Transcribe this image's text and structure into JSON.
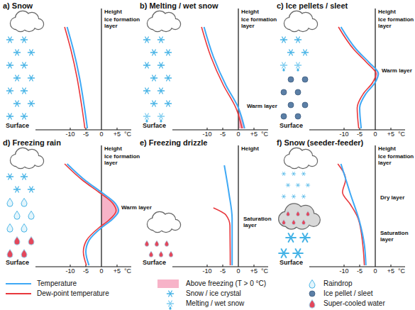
{
  "diagram": {
    "labels": [
      "a) Snow",
      "Height",
      "Ice formation layer",
      "Surface",
      "-10",
      "-5",
      "0",
      "+5",
      "°C",
      "b) Melting / wet snow",
      "Height",
      "Ice formation layer",
      "Warm layer",
      "Surface",
      "-10",
      "-5",
      "0",
      "+5",
      "°C",
      "c) Ice pellets / sleet",
      "Height",
      "Ice formation layer",
      "Warm layer",
      "Surface",
      "-10",
      "-5",
      "0",
      "+5",
      "°C",
      "d) Freezing rain",
      "Height",
      "Ice formation layer",
      "Warm layer",
      "Surface",
      "-10",
      "-5",
      "0",
      "+5",
      "°C",
      "e) Freezing drizzle",
      "Height",
      "Saturation layer",
      "Surface",
      "-10",
      "-5",
      "0",
      "+5",
      "°C",
      "f) Snow (seeder-feeder)",
      "Height",
      "Ice formation layer",
      "Dry layer",
      "Saturation layer",
      "Surface",
      "-10",
      "-5",
      "0",
      "+5",
      "°C"
    ],
    "legend": [
      {
        "text": "Temperature"
      },
      {
        "text": "Dew-point temperature"
      },
      {
        "text": "Above freezing (T > 0 °C)",
        "color": "#f7b3c8"
      },
      {
        "text": "Snow / ice crystal"
      },
      {
        "text": "Melting / wet snow"
      },
      {
        "text": "Raindrop"
      },
      {
        "text": "Ice pellet / sleet"
      },
      {
        "text": "Super-cooled water"
      }
    ]
  }
}
